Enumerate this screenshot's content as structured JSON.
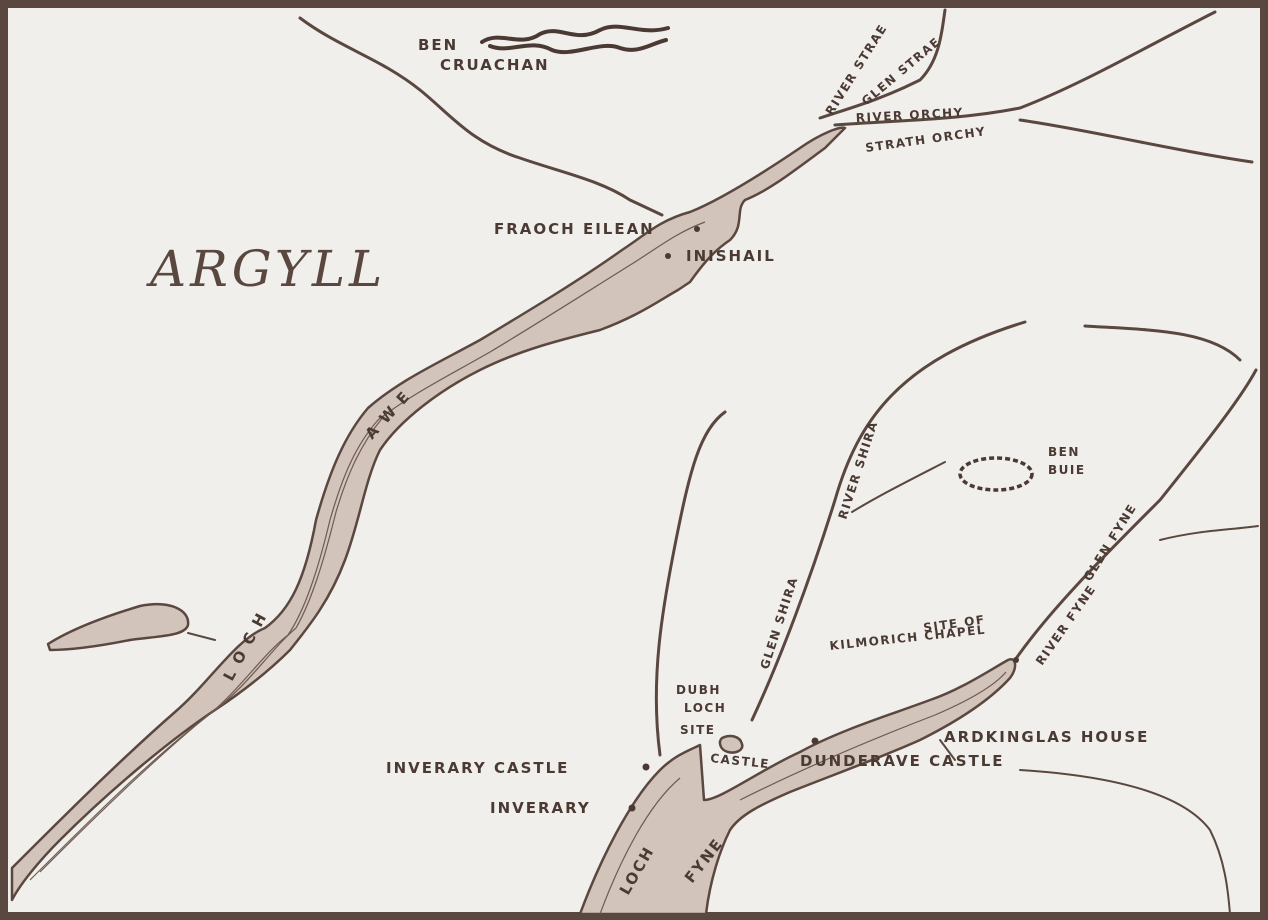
{
  "map": {
    "region": "ARGYLL",
    "labels": {
      "ben_cruachan_1": "BEN",
      "ben_cruachan_2": "CRUACHAN",
      "river_strae": "RIVER STRAE",
      "glen_strae": "GLEN STRAE",
      "river_orchy": "RIVER ORCHY",
      "strath_orchy": "STRATH ORCHY",
      "fraoch_eilean": "FRAOCH EILEAN",
      "inishail": "INISHAIL",
      "loch_awe_1": "L O C H",
      "loch_awe_2": "A W E",
      "river_shira": "RIVER SHIRA",
      "glen_shira": "GLEN SHIRA",
      "ben_buie_1": "BEN",
      "ben_buie_2": "BUIE",
      "glen_fyne": "GLEN FYNE",
      "river_fyne": "RIVER FYNE",
      "kilmorich_1": "SITE OF",
      "kilmorich_2": "KILMORICH CHAPEL",
      "dubh_loch_1": "DUBH",
      "dubh_loch_2": "LOCH",
      "site": "SITE",
      "castle": "CASTLE",
      "ardkinglas": "ARDKINGLAS HOUSE",
      "dunderave": "DUNDERAVE CASTLE",
      "inverary_castle": "INVERARY CASTLE",
      "inverary": "INVERARY",
      "loch_fyne_1": "LOCH",
      "loch_fyne_2": "FYNE"
    },
    "colors": {
      "paper": "#f1efeb",
      "ink": "#4a3a33",
      "water": "#d2c3bb",
      "frame": "#5a4840"
    }
  }
}
